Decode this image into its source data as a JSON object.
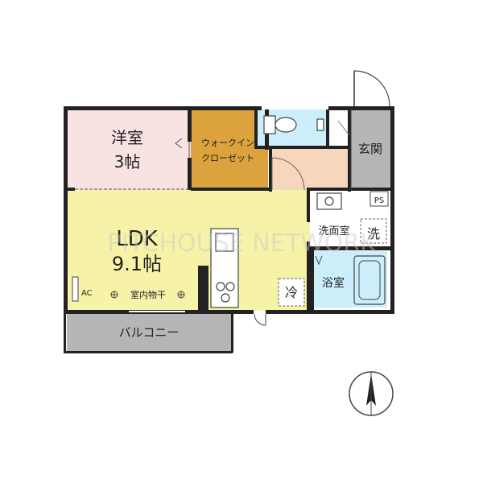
{
  "plan": {
    "rooms": {
      "western": {
        "name": "洋室",
        "size": "3帖"
      },
      "walkin": {
        "line1": "ウォークイン",
        "line2": "クローゼット"
      },
      "ldk": {
        "name": "LDK",
        "size": "9.1帖"
      },
      "genkan": {
        "name": "玄関"
      },
      "senmen": {
        "name": "洗面室"
      },
      "yokushitsu": {
        "name": "浴室"
      },
      "balcony": {
        "name": "バルコニー"
      }
    },
    "symbols": {
      "ps": "PS",
      "washer": "洗",
      "fridge": "冷",
      "ac": "AC",
      "drying": "室内物干"
    },
    "watermark": "PITCHOUSE NETWORK",
    "colors": {
      "western": "#f8e2e2",
      "walkin": "#dba23e",
      "ldk": "#f6f3a8",
      "toilet": "#cbeefa",
      "hall": "#f6d6bc",
      "genkan": "#b5b5b5",
      "senmen": "#ffffff",
      "bath": "#cbeefa",
      "balcony": "#b5b5b5",
      "wall": "#222222"
    }
  }
}
